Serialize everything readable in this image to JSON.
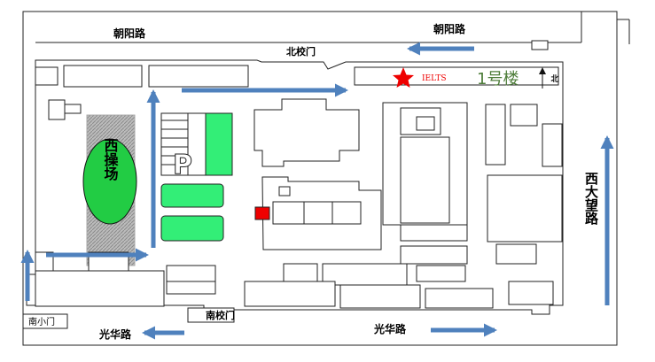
{
  "roads": {
    "chaoyang_left": "朝阳路",
    "chaoyang_right": "朝阳路",
    "guanghua_left": "光华路",
    "guanghua_right": "光华路",
    "xidawang": "西大望路"
  },
  "gates": {
    "north": "北校门",
    "south": "南校门",
    "south_small": "南小门"
  },
  "places": {
    "west_field": "西操场",
    "parking": "P",
    "ielts": "IELTS",
    "building_1": "1号楼",
    "north_arrow_label": "北"
  },
  "colors": {
    "field_green": "#22cc44",
    "lawn_green": "#33ee77",
    "arrow_blue": "#4f81bd",
    "marker_red": "#ee0000",
    "building_label": "#4e7d3a"
  }
}
